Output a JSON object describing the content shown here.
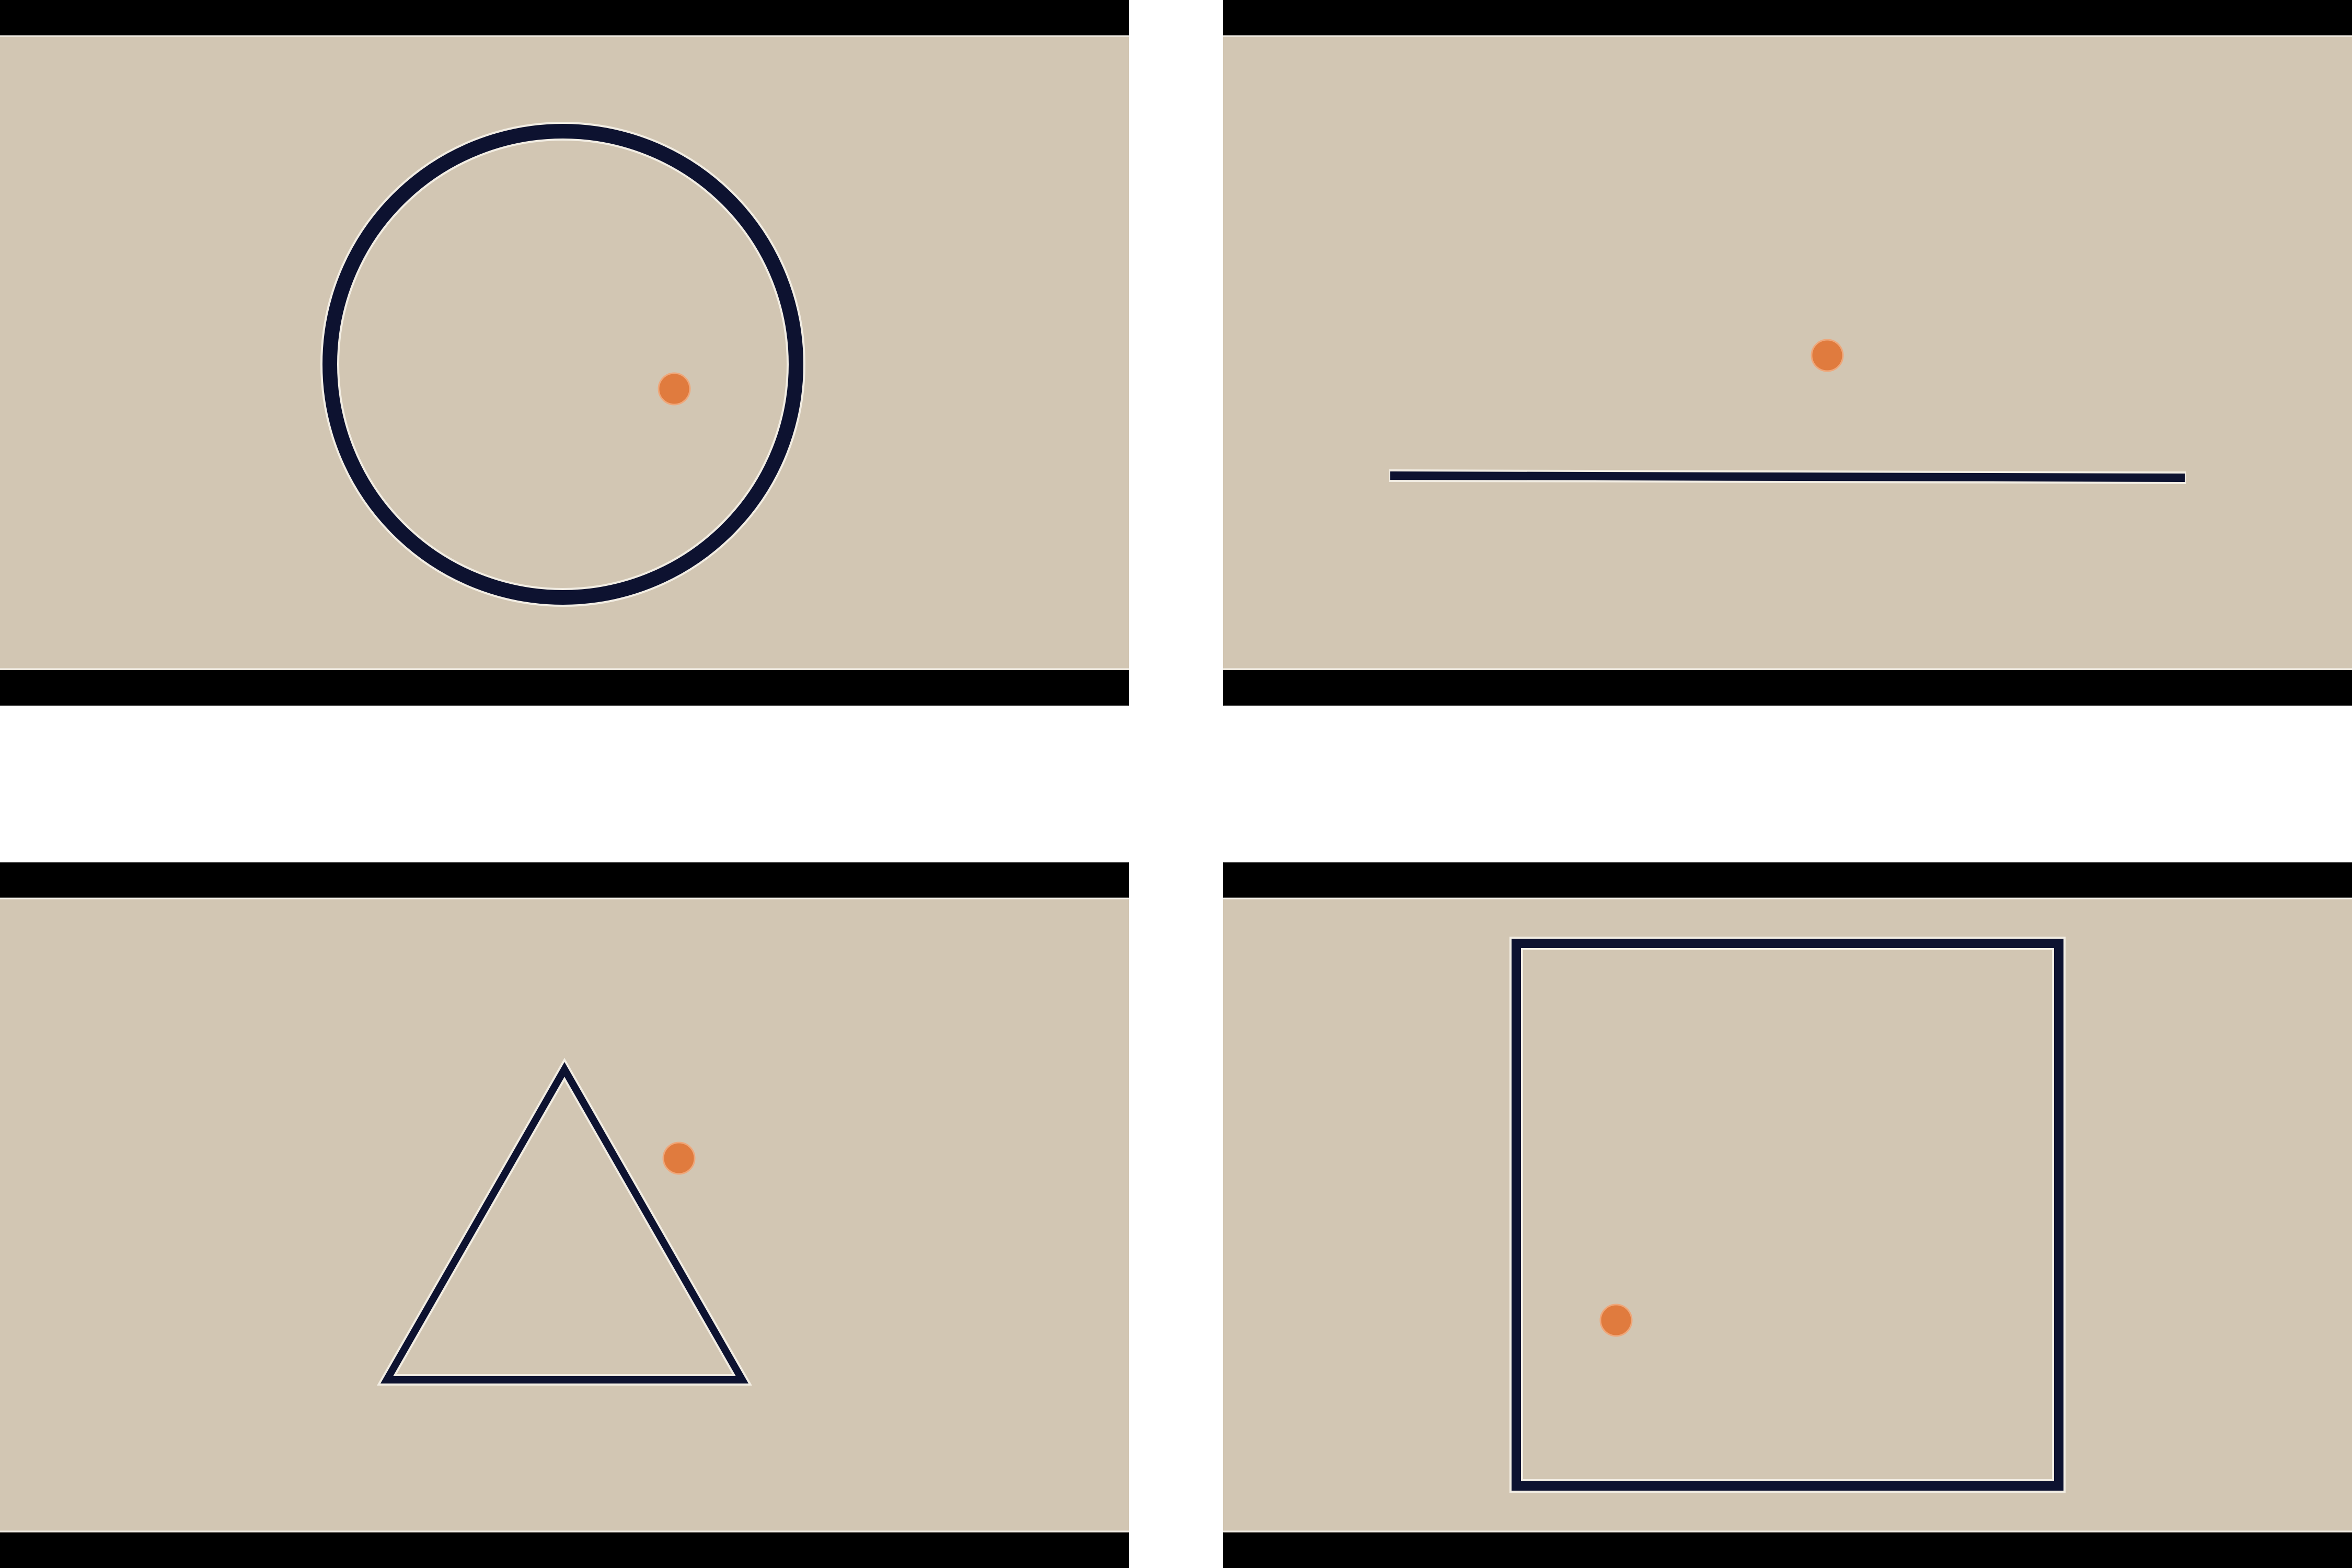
{
  "colors": {
    "page_background": "#ffffff",
    "panel_background": "#d2c6b3",
    "band": "#000000",
    "band_edge": "#f0ece4",
    "outline": "#0d1230",
    "outline_halo": "#f2ede3",
    "dot": "#e07b3e",
    "dot_edge": "#efa77a"
  },
  "panels": [
    {
      "shape": "circle"
    },
    {
      "shape": "line"
    },
    {
      "shape": "triangle"
    },
    {
      "shape": "square"
    }
  ]
}
